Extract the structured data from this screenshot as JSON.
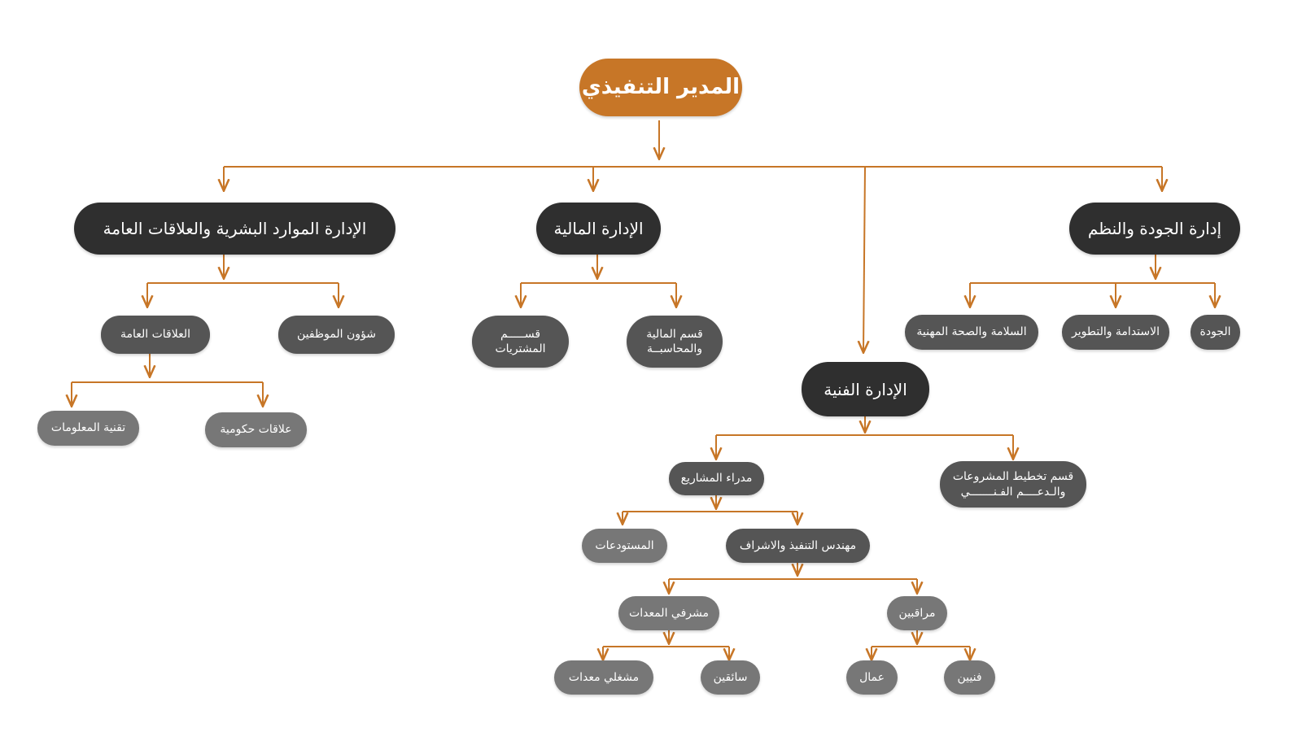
{
  "colors": {
    "connector": "#C77627",
    "root": "#C77627",
    "department": "#2F2F2F",
    "unit": "#555555",
    "leaf": "#777777",
    "text": "#FFFFFF",
    "background": "#FFFFFF"
  },
  "root": {
    "label": "المدير التنفيذي"
  },
  "departments": {
    "hr": {
      "label": "الإدارة الموارد البشرية والعلاقات العامة",
      "employee_affairs": "شؤون الموظفين",
      "public_relations": "العلاقات العامة",
      "gov_relations": "علاقات حكومية",
      "it": "تقنية المعلومات"
    },
    "finance": {
      "label": "الإدارة المالية",
      "accounting": {
        "line1": "قسم المالية",
        "line2": "والمحاسبــة"
      },
      "procurement": {
        "line1": "قســـــم",
        "line2": "المشتريات"
      }
    },
    "quality": {
      "label": "إدارة الجودة والنظم",
      "quality_unit": "الجودة",
      "sustainability": "الاستدامة والتطوير",
      "safety": "السلامة والصحة المهنية"
    },
    "technical": {
      "label": "الإدارة الفنية",
      "planning": {
        "line1": "قسم تخطيط المشروعات",
        "line2": "والـدعــــم الفـنـــــــي"
      },
      "project_managers": "مدراء المشاريع",
      "execution_engineer": "مهندس التنفيذ والاشراف",
      "warehouses": "المستودعات",
      "supervisors": "مراقبين",
      "equipment_supervisor": "مشرفي المعدات",
      "technicians": "فنيين",
      "workers": "عمال",
      "drivers": "سائقين",
      "equipment_operators": "مشغلي معدات"
    }
  }
}
